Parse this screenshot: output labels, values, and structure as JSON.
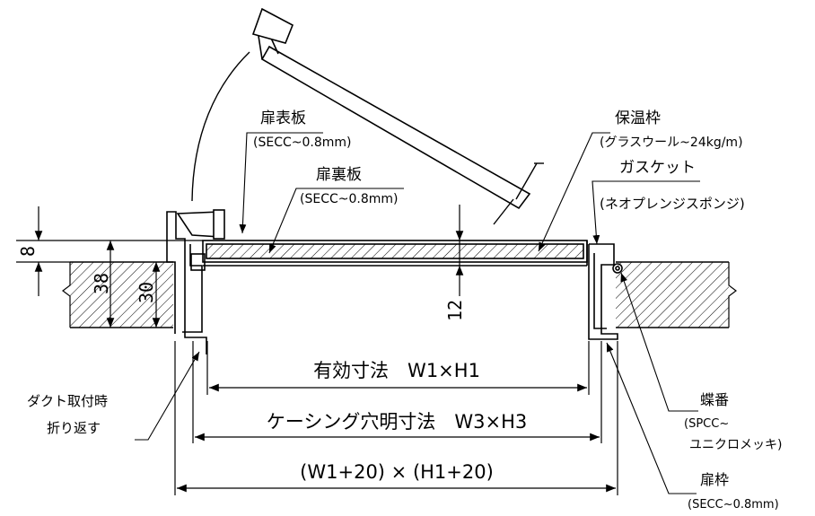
{
  "labels": {
    "door_face": "扉表板",
    "door_face_spec": "(SECC~0.8mm)",
    "door_back": "扉裏板",
    "door_back_spec": "(SECC~0.8mm)",
    "insulation": "保温枠",
    "insulation_spec": "(グラスウール~24kg/m)",
    "gasket": "ガスケット",
    "gasket_spec": "(ネオプレンジスポンジ)",
    "hinge": "蝶番",
    "hinge_spec1": "(SPCC~",
    "hinge_spec2": "ユニクロメッキ)",
    "frame": "扉枠",
    "frame_spec": "(SECC~0.8mm)",
    "duct_note1": "ダクト取付時",
    "duct_note2": "折り返す"
  },
  "dims": {
    "effective": "有効寸法　W1×H1",
    "casing": "ケーシング穴明寸法　W3×H3",
    "overall": "(W1+20) × (H1+20)",
    "d8": "8",
    "d38": "38",
    "d30": "30",
    "d12": "12"
  },
  "colors": {
    "line": "#000000",
    "background": "#ffffff"
  }
}
